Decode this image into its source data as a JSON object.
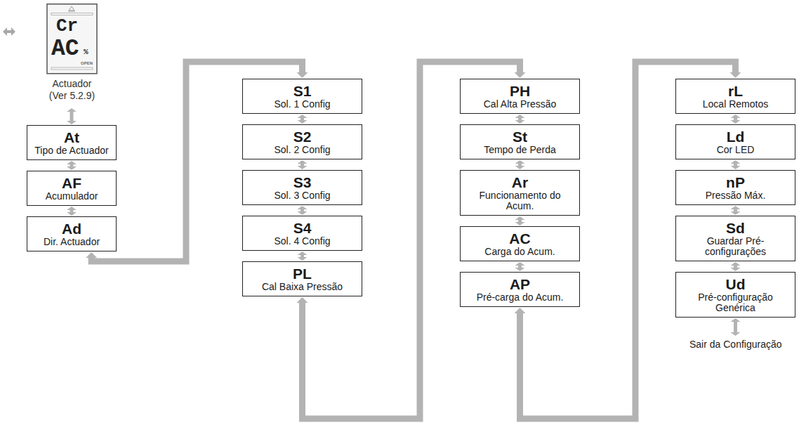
{
  "diagram": {
    "nodes": [
      {
        "text": [
          "Cr",
          "AC",
          "%",
          "OPEN",
          "Actuador (Ver 5.2.9)"
        ]
      },
      {
        "text": [
          "At",
          "Tipo de Actuador"
        ]
      },
      {
        "text": [
          "AF",
          "Acumulador"
        ]
      },
      {
        "text": [
          "Ad",
          "Dir. Actuador"
        ]
      },
      {
        "text": [
          "S1",
          "Sol. 1 Config"
        ]
      },
      {
        "text": [
          "S2",
          "Sol. 2 Config"
        ]
      },
      {
        "text": [
          "S3",
          "Sol. 3 Config"
        ]
      },
      {
        "text": [
          "S4",
          "Sol. 4 Config"
        ]
      },
      {
        "text": [
          "PL",
          "Cal Baixa Pressão"
        ]
      },
      {
        "text": [
          "PH",
          "Cal Alta Pressão"
        ]
      },
      {
        "text": [
          "St",
          "Tempo de Perda"
        ]
      },
      {
        "text": [
          "Ar",
          "Funcionamento do Acum."
        ]
      },
      {
        "text": [
          "AC",
          "Carga do Acum."
        ]
      },
      {
        "text": [
          "AP",
          "Pré-carga do Acum."
        ]
      },
      {
        "text": [
          "rL",
          "Local Remotos"
        ]
      },
      {
        "text": [
          "Ld",
          "Cor LED"
        ]
      },
      {
        "text": [
          "nP",
          "Pressão Máx."
        ]
      },
      {
        "text": [
          "Sd",
          "Guardar Pré-configurações"
        ]
      },
      {
        "text": [
          "Ud",
          "Pré-configuração Genérica"
        ]
      }
    ],
    "edges": [
      {
        "from": 0,
        "to": 1,
        "arrow": "both"
      },
      {
        "from": 1,
        "to": 2,
        "arrow": "both"
      },
      {
        "from": 2,
        "to": 3,
        "arrow": "both"
      },
      {
        "from": 3,
        "to": 4,
        "arrow": "both"
      },
      {
        "from": 4,
        "to": 5,
        "arrow": "both"
      },
      {
        "from": 5,
        "to": 6,
        "arrow": "both"
      },
      {
        "from": 6,
        "to": 7,
        "arrow": "both"
      },
      {
        "from": 7,
        "to": 8,
        "arrow": "both"
      },
      {
        "from": 8,
        "to": 9,
        "arrow": "both"
      },
      {
        "from": 9,
        "to": 10,
        "arrow": "both"
      },
      {
        "from": 10,
        "to": 11,
        "arrow": "both"
      },
      {
        "from": 11,
        "to": 12,
        "arrow": "both"
      },
      {
        "from": 12,
        "to": 13,
        "arrow": "both"
      },
      {
        "from": 13,
        "to": 14,
        "arrow": "both"
      },
      {
        "from": 14,
        "to": 15,
        "arrow": "both"
      },
      {
        "from": 15,
        "to": 16,
        "arrow": "both"
      },
      {
        "from": 16,
        "to": 17,
        "arrow": "both"
      },
      {
        "from": 17,
        "to": 18,
        "arrow": "both"
      }
    ],
    "labels": [
      "Sair da Configuração"
    ]
  }
}
